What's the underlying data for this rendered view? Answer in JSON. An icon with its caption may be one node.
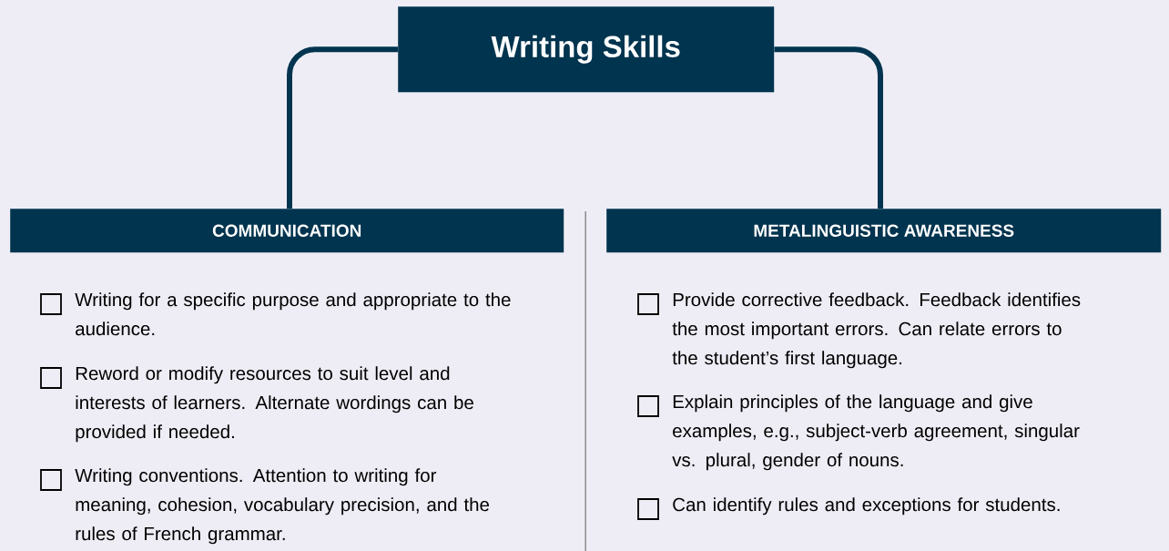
{
  "diagram": {
    "nodes": [
      {
        "text": [
          "Writing Skills"
        ]
      },
      {
        "text": [
          "COMMUNICATION"
        ]
      },
      {
        "text": [
          "METALINGUISTIC AWARENESS"
        ]
      }
    ],
    "edges": [
      {
        "from": 0,
        "to": 1,
        "arrow": "none"
      },
      {
        "from": 0,
        "to": 2,
        "arrow": "none"
      }
    ],
    "labels": [
      "Writing for a specific purpose and appropriate to the audience.",
      "Reword or modify resources to suit level and interests of learners. Alternate wordings can be provided if needed.",
      "Writing conventions. Attention to writing for meaning, cohesion, vocabulary precision, and the rules of French grammar.",
      "Provide corrective feedback. Feedback identifies the most important errors. Can relate errors to the student’s first language.",
      "Explain principles of the language and give examples, e.g., subject-verb agreement, singular vs. plural, gender of nouns.",
      "Can identify rules and exceptions for students."
    ]
  }
}
